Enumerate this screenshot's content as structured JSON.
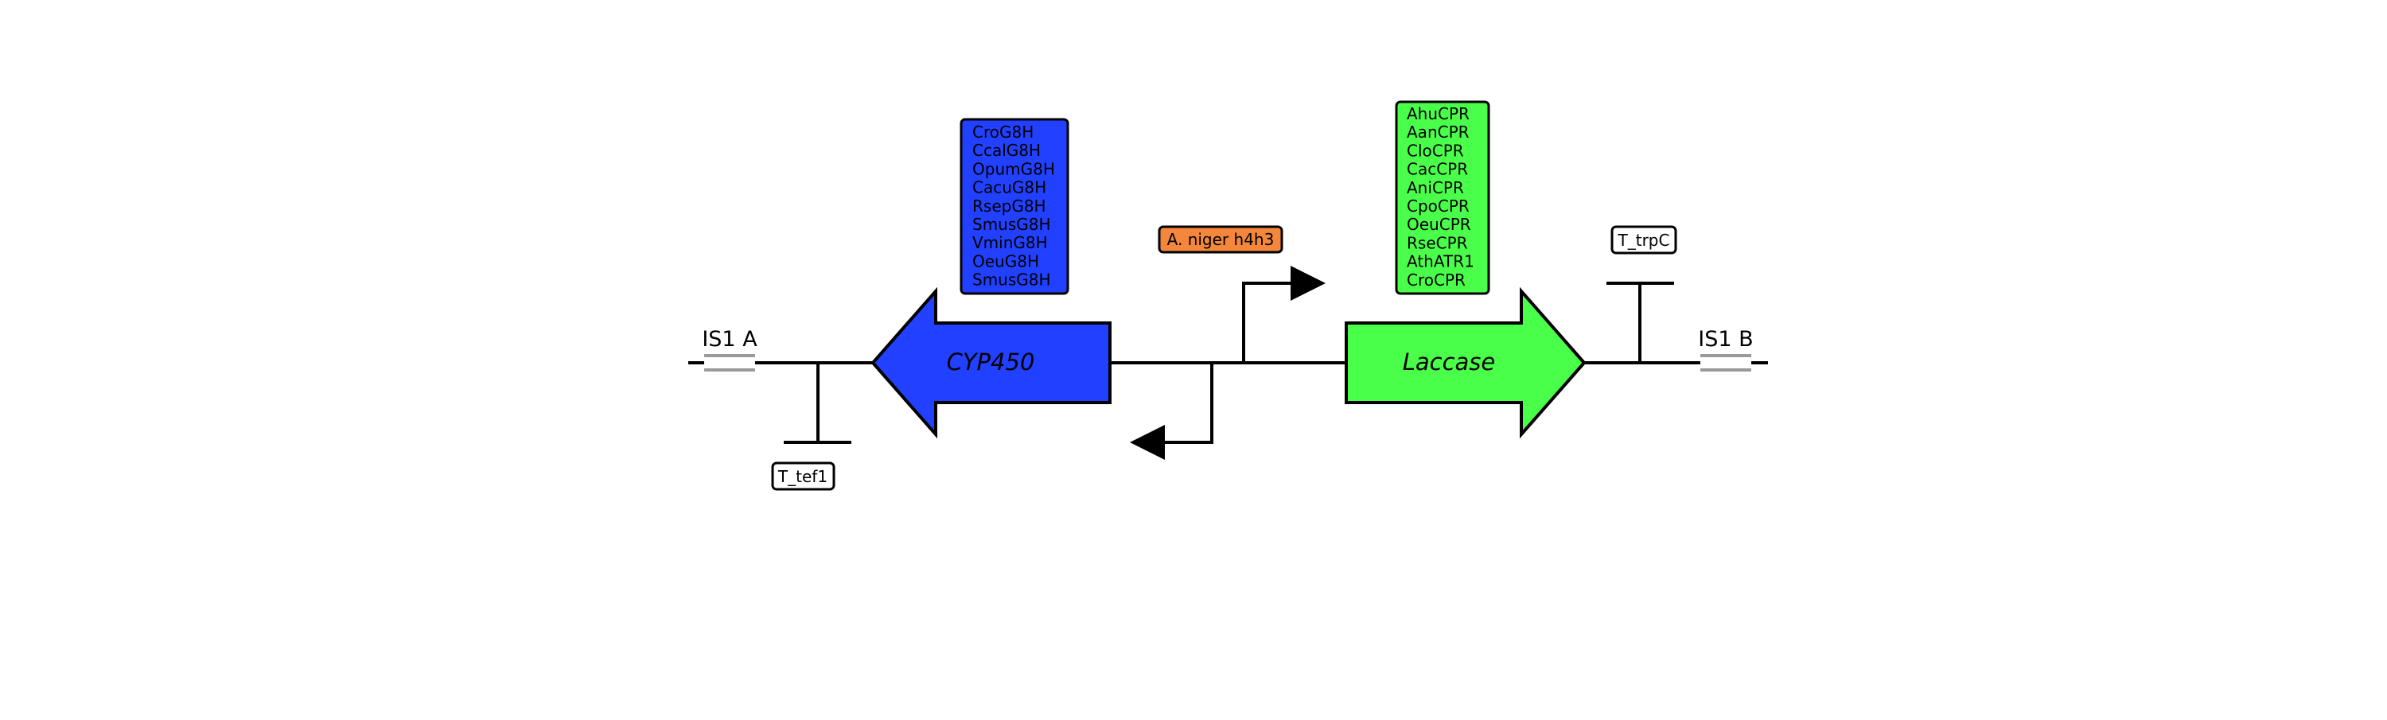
{
  "integration_sites": {
    "left": "IS1 A",
    "right": "IS1 B"
  },
  "terminators": {
    "left": "T_tef1",
    "right": "T_trpC"
  },
  "genes": {
    "left": {
      "label": "CYP450",
      "direction": "reverse",
      "color": "#2140ff"
    },
    "right": {
      "label": "Laccase",
      "direction": "forward",
      "color": "#4aff4a"
    }
  },
  "promoter": {
    "label": "A. niger h4h3",
    "color": "#f5873d",
    "type": "bidirectional"
  },
  "variant_boxes": {
    "cyp450": {
      "color": "#2140ff",
      "items": [
        "CroG8H",
        "CcalG8H",
        "OpumG8H",
        "CacuG8H",
        "RsepG8H",
        "SmusG8H",
        "VminG8H",
        "OeuG8H",
        "SmusG8H"
      ]
    },
    "cpr": {
      "color": "#4aff4a",
      "items": [
        "AhuCPR",
        "AanCPR",
        "CloCPR",
        "CacCPR",
        "AniCPR",
        "CpoCPR",
        "OeuCPR",
        "RseCPR",
        "AthATR1",
        "CroCPR"
      ]
    }
  }
}
